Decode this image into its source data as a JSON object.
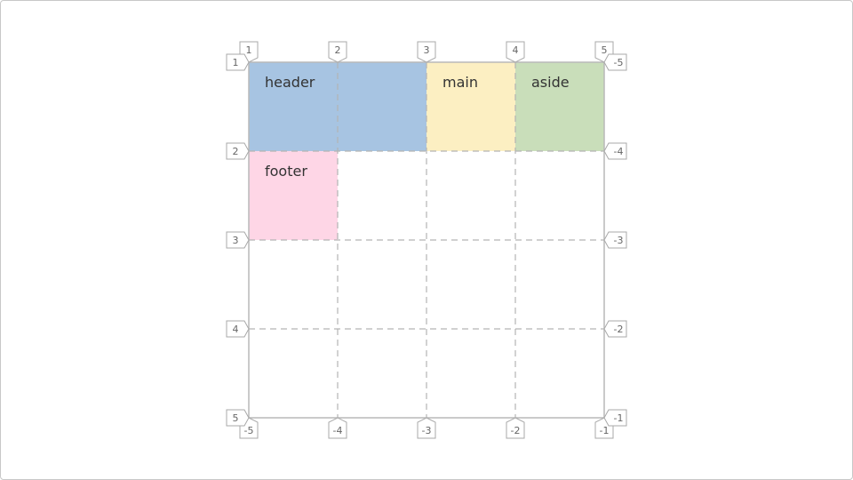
{
  "grid": {
    "columns": 4,
    "rows": 4,
    "areas": [
      {
        "name": "header",
        "label": "header",
        "col_start": 1,
        "col_end": 3,
        "row_start": 1,
        "row_end": 2,
        "color": "#a7c4e2"
      },
      {
        "name": "main",
        "label": "main",
        "col_start": 3,
        "col_end": 4,
        "row_start": 1,
        "row_end": 2,
        "color": "#fcefc2"
      },
      {
        "name": "aside",
        "label": "aside",
        "col_start": 4,
        "col_end": 5,
        "row_start": 1,
        "row_end": 2,
        "color": "#c9deba"
      },
      {
        "name": "footer",
        "label": "footer",
        "col_start": 1,
        "col_end": 2,
        "row_start": 2,
        "row_end": 3,
        "color": "#fed6e6"
      }
    ],
    "column_lines_top": [
      "1",
      "2",
      "3",
      "4",
      "5"
    ],
    "column_lines_bottom": [
      "-5",
      "-4",
      "-3",
      "-2",
      "-1"
    ],
    "row_lines_left": [
      "1",
      "2",
      "3",
      "4",
      "5"
    ],
    "row_lines_right": [
      "-5",
      "-4",
      "-3",
      "-2",
      "-1"
    ]
  },
  "colors": {
    "border": "#b9b9b9",
    "dash": "#b3b3b3",
    "tag_border": "#a8a8a8",
    "label_text": "#333333",
    "number_text": "#666666"
  }
}
